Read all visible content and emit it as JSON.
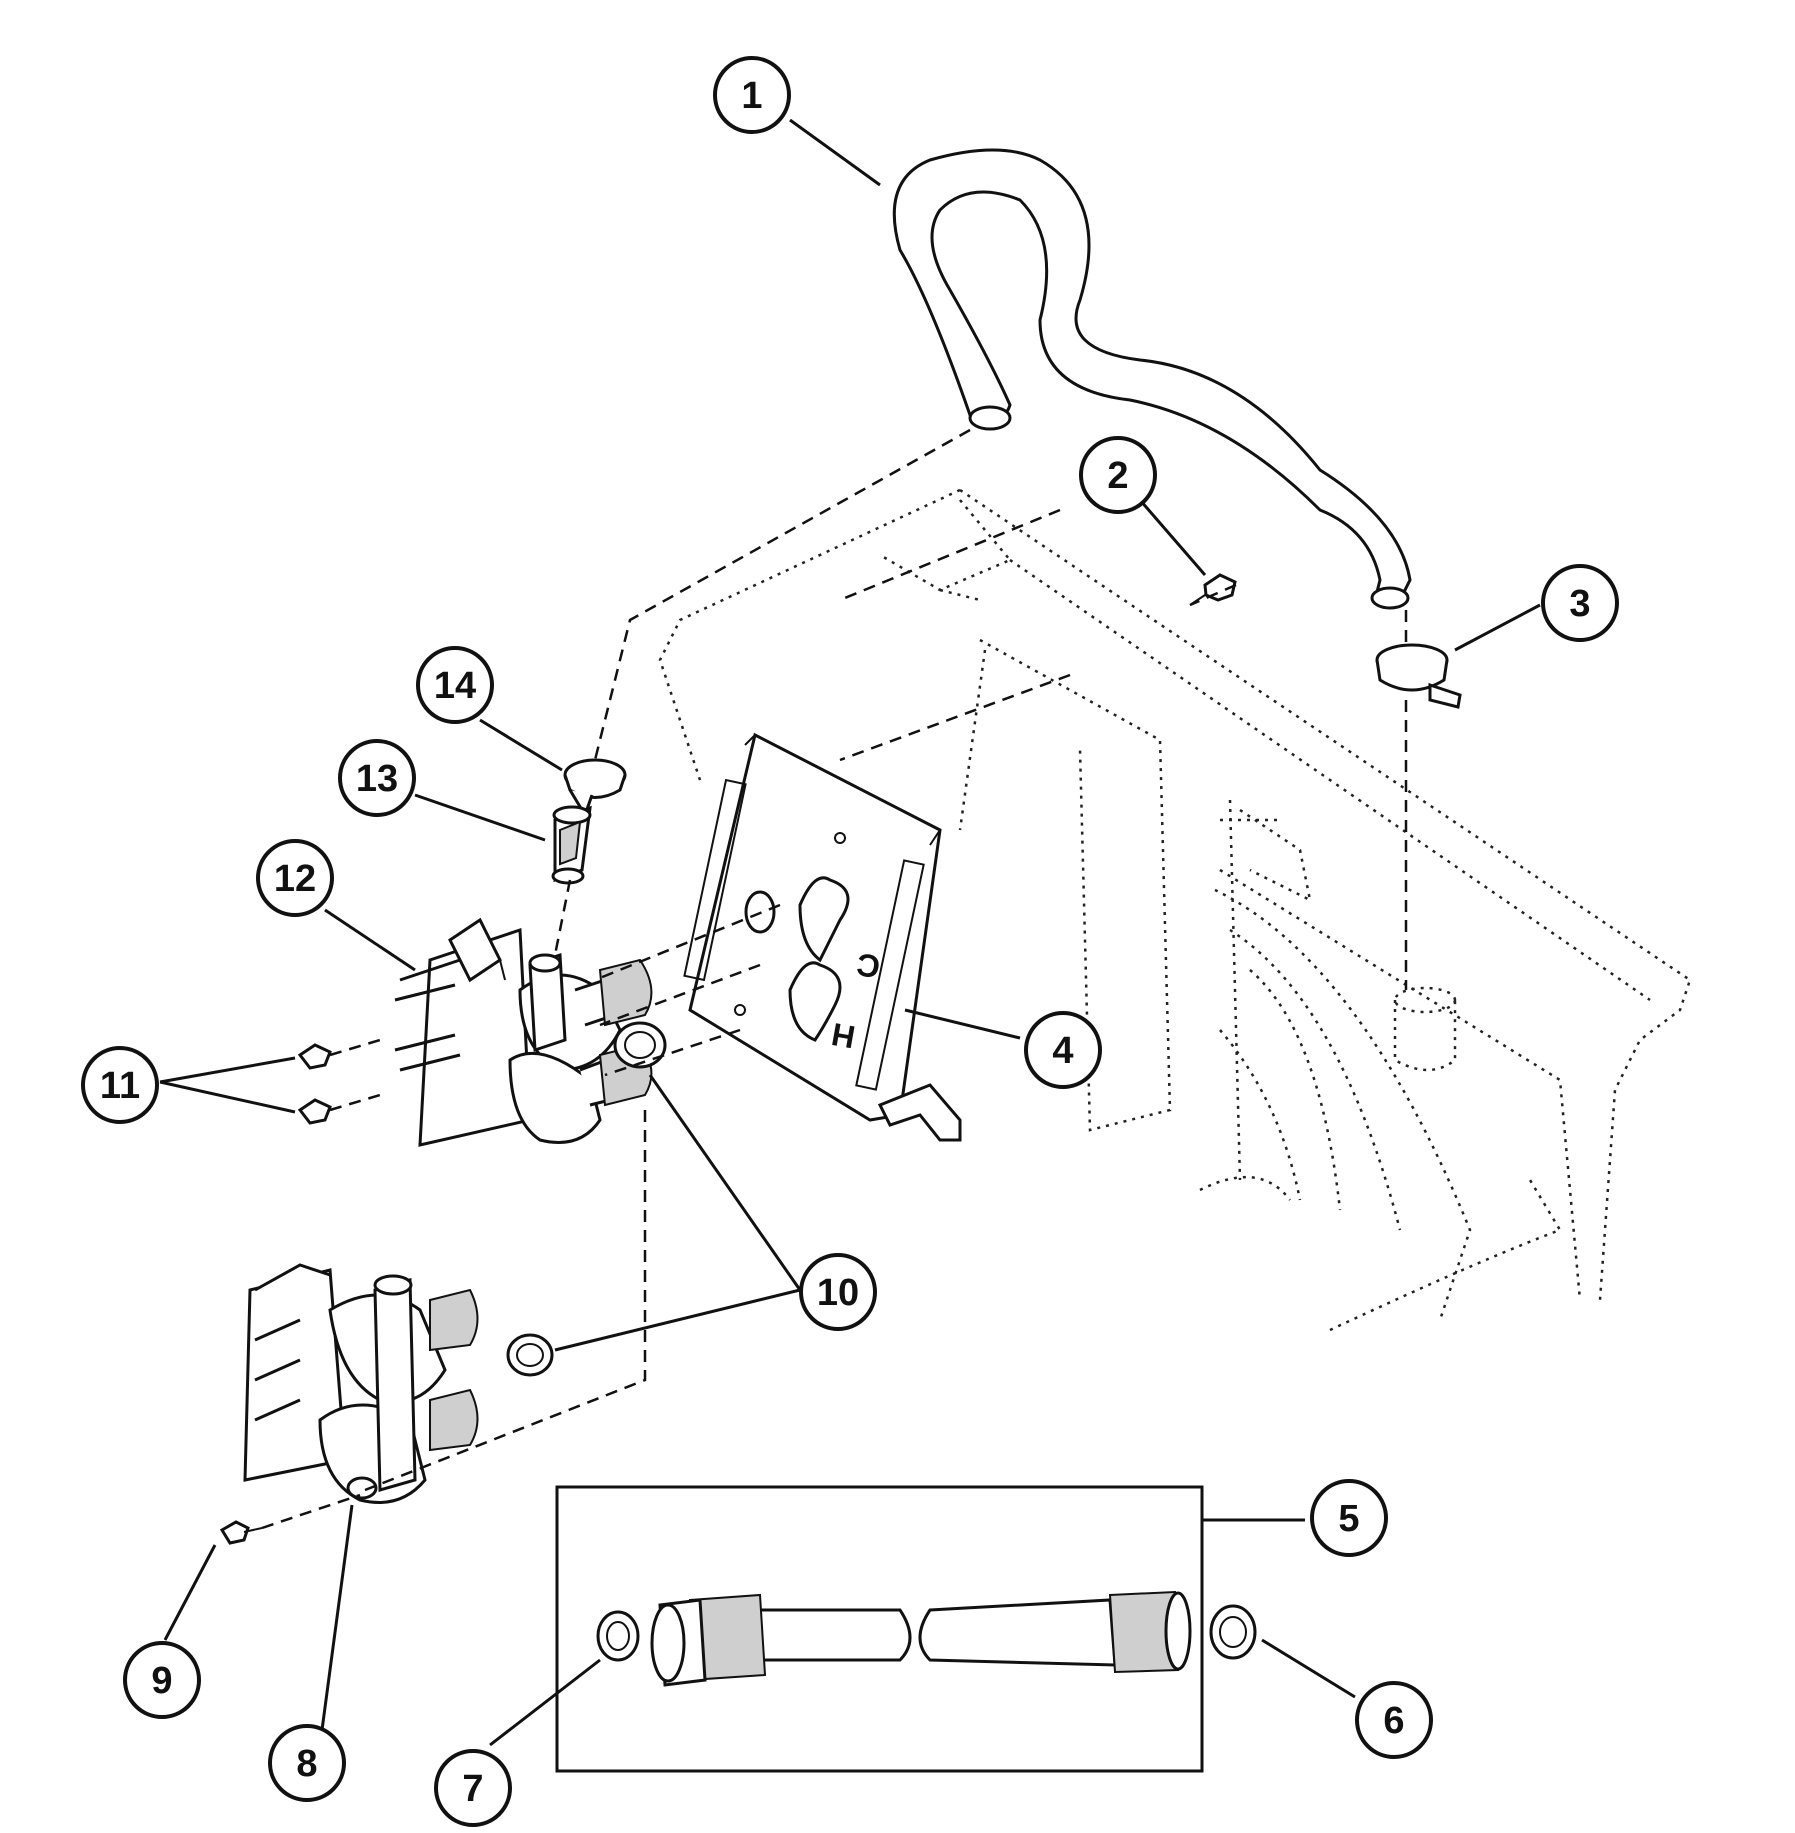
{
  "diagram": {
    "callouts": [
      {
        "id": "1",
        "label": "1"
      },
      {
        "id": "2",
        "label": "2"
      },
      {
        "id": "3",
        "label": "3"
      },
      {
        "id": "4",
        "label": "4"
      },
      {
        "id": "5",
        "label": "5"
      },
      {
        "id": "6",
        "label": "6"
      },
      {
        "id": "7",
        "label": "7"
      },
      {
        "id": "8",
        "label": "8"
      },
      {
        "id": "9",
        "label": "9"
      },
      {
        "id": "10a",
        "label": "10"
      },
      {
        "id": "11",
        "label": "11"
      },
      {
        "id": "12",
        "label": "12"
      },
      {
        "id": "13",
        "label": "13"
      },
      {
        "id": "14",
        "label": "14"
      }
    ],
    "bracket_marks": {
      "cold": "C",
      "hot": "H"
    }
  }
}
